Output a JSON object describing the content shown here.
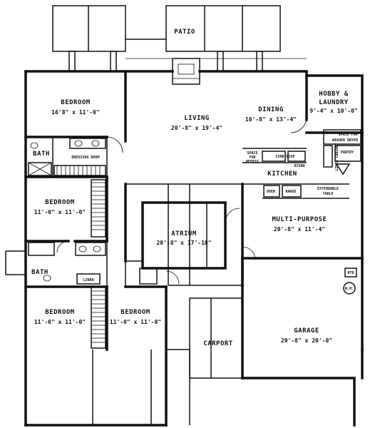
{
  "rooms": {
    "patio": {
      "name": "PATIO"
    },
    "bedroom_master": {
      "name": "BEDROOM",
      "dims": "16'8\" x 11'-0\""
    },
    "living": {
      "name": "LIVING",
      "dims": "20'-8\" x 19'-4\""
    },
    "dining": {
      "name": "DINING",
      "dims": "10'-8\" x 13'-4\""
    },
    "hobby_laundry": {
      "name1": "HOBBY &",
      "name2": "LAUNDRY",
      "dims": "9'-4\" x 10'-0\""
    },
    "bath_1": {
      "name": "BATH"
    },
    "dressing_room": {
      "name": "DRESSING ROOM"
    },
    "kitchen": {
      "name": "KITCHEN"
    },
    "bedroom_2": {
      "name": "BEDROOM",
      "dims": "11'-0\" x 11'-0\""
    },
    "atrium": {
      "name": "ATRIUM",
      "dims": "20'-8\" x 17'-10\""
    },
    "multi_purpose": {
      "name": "MULTI-PURPOSE",
      "dims": "20'-8\" x 11'-4\""
    },
    "bath_2": {
      "name": "BATH"
    },
    "linen": {
      "name": "LINEN"
    },
    "bedroom_3": {
      "name": "BEDROOM",
      "dims": "11'-0\" x 11'-0\""
    },
    "bedroom_4": {
      "name": "BEDROOM",
      "dims": "11'-0\" x 11'-0\""
    },
    "carport": {
      "name": "CARPORT"
    },
    "garage": {
      "name": "GARAGE",
      "dims": "20'-8\" x 20'-0\""
    }
  },
  "fixtures": {
    "washer_dryer1": "SPACE FOR",
    "washer_dryer2": "WASHER DRYER",
    "pantry": "PANTRY",
    "linen_cabinet": "LINEN CABINET",
    "refrig1": "SPACE",
    "refrig2": "FOR",
    "refrig3": "REFRIG",
    "sink_disp": "SINK-DISP",
    "dishw": "DISHW",
    "oven": "OVEN",
    "range": "RANGE",
    "table1": "EXTENDABLE",
    "table2": "TABLE",
    "wh": "W.H.",
    "htr": "HTR"
  }
}
